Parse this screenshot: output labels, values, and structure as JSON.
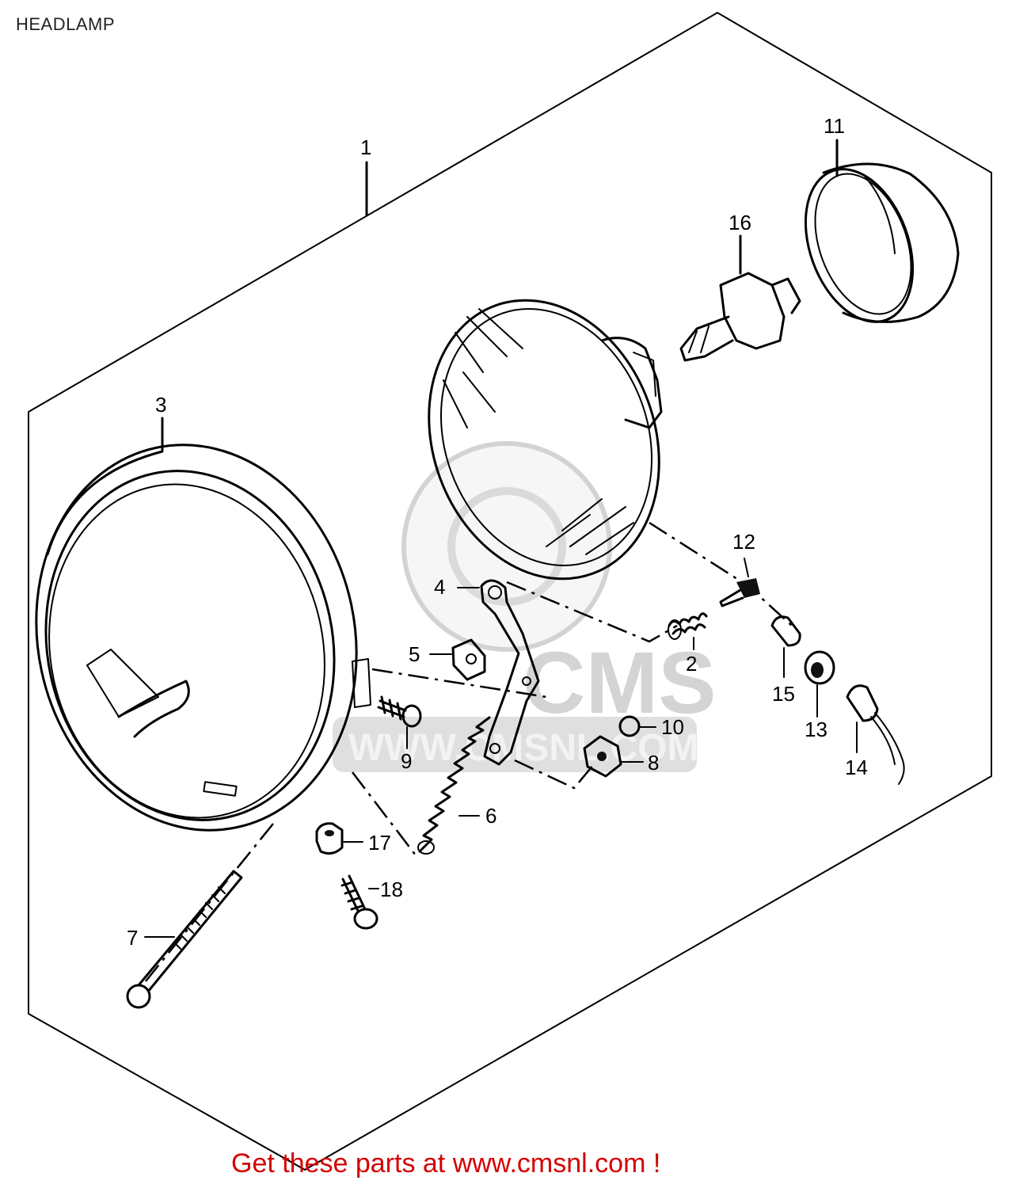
{
  "title": "HEADLAMP",
  "footer": "Get these parts at www.cmsnl.com !",
  "watermark": {
    "brand": "CMS",
    "url": "WWW.CMSNL.COM"
  },
  "callouts": [
    {
      "num": "1"
    },
    {
      "num": "2"
    },
    {
      "num": "3"
    },
    {
      "num": "4"
    },
    {
      "num": "5"
    },
    {
      "num": "6"
    },
    {
      "num": "7"
    },
    {
      "num": "8"
    },
    {
      "num": "9"
    },
    {
      "num": "10"
    },
    {
      "num": "11"
    },
    {
      "num": "12"
    },
    {
      "num": "13"
    },
    {
      "num": "14"
    },
    {
      "num": "15"
    },
    {
      "num": "16"
    },
    {
      "num": "17"
    },
    {
      "num": "18"
    }
  ],
  "colors": {
    "line": "#000000",
    "footer": "#d40000",
    "watermark": "#d0d0d0"
  }
}
